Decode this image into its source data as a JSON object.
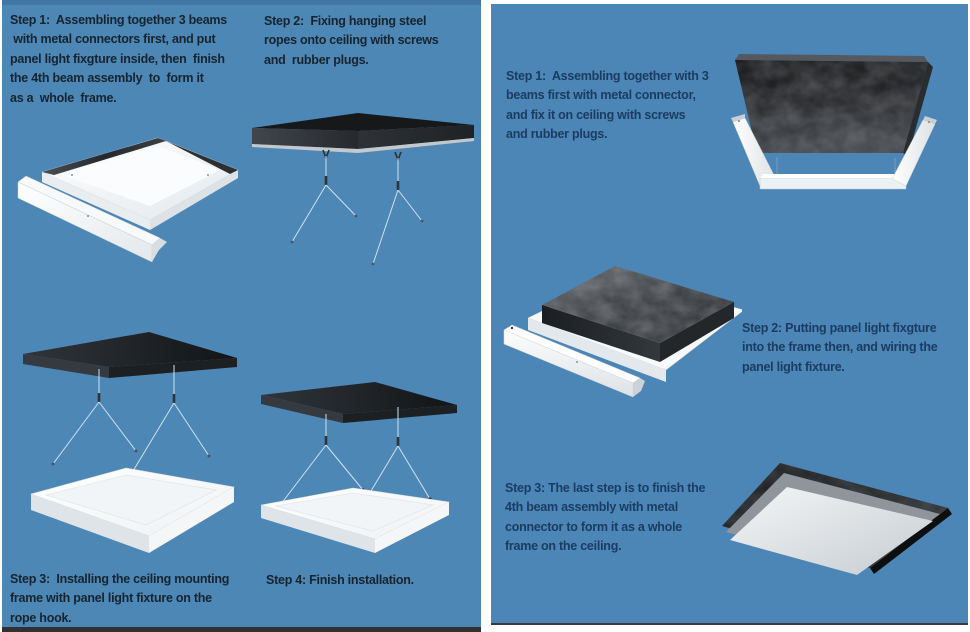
{
  "colors": {
    "background": "#ffffff",
    "panel_blue_left": "#4d87b5",
    "panel_blue_right": "#4b86b7",
    "panel_top_edge": "#4077a4",
    "panel_bottom_border": "#303030",
    "text_left": "#16242f",
    "text_right": "#1b3c60",
    "slab_dark": "#1d2023",
    "frame_white": "#f5f7f8",
    "rope_blue": "#cfe2ef"
  },
  "left_panel": {
    "step1_text": "Step 1:  Assembling together 3 beams\n with metal connectors first, and put\npanel light fixgture inside, then  finish\nthe 4th beam assembly  to  form it\nas a  whole  frame.",
    "step2_text": "Step 2:  Fixing hanging steel\nropes onto ceiling with screws\nand  rubber plugs.",
    "step3_text": "Step 3:  Installing the ceiling mounting\nframe with panel light fixture on the\nrope hook.",
    "step4_text": "Step 4: Finish installation.",
    "illustrations": {
      "step1": "panel-light-frame-with-loose-beam",
      "step2": "ceiling-slab-with-two-hanging-steel-ropes",
      "step3": "ceiling-slab-ropes-above-white-mounting-frame",
      "step4": "mounting-frame-hanging-from-ceiling-ropes"
    }
  },
  "right_panel": {
    "step1_text": "Step 1:  Assembling together with 3\nbeams first with metal connector,\nand fix it on ceiling with screws\nand rubber plugs.",
    "step2_text": "Step 2: Putting panel light fixgture\ninto the frame then, and wiring the\npanel light fixture.",
    "step3_text": "Step 3: The last step is to finish the\n4th beam assembly with metal\nconnector to form it as a whole\nframe on the ceiling.",
    "illustrations": {
      "step1": "three-white-beams-fixed-on-dark-ceiling",
      "step2": "panel-light-on-frame-with-loose-fourth-beam",
      "step3": "finished-ceiling-mounted-panel-from-below"
    }
  }
}
